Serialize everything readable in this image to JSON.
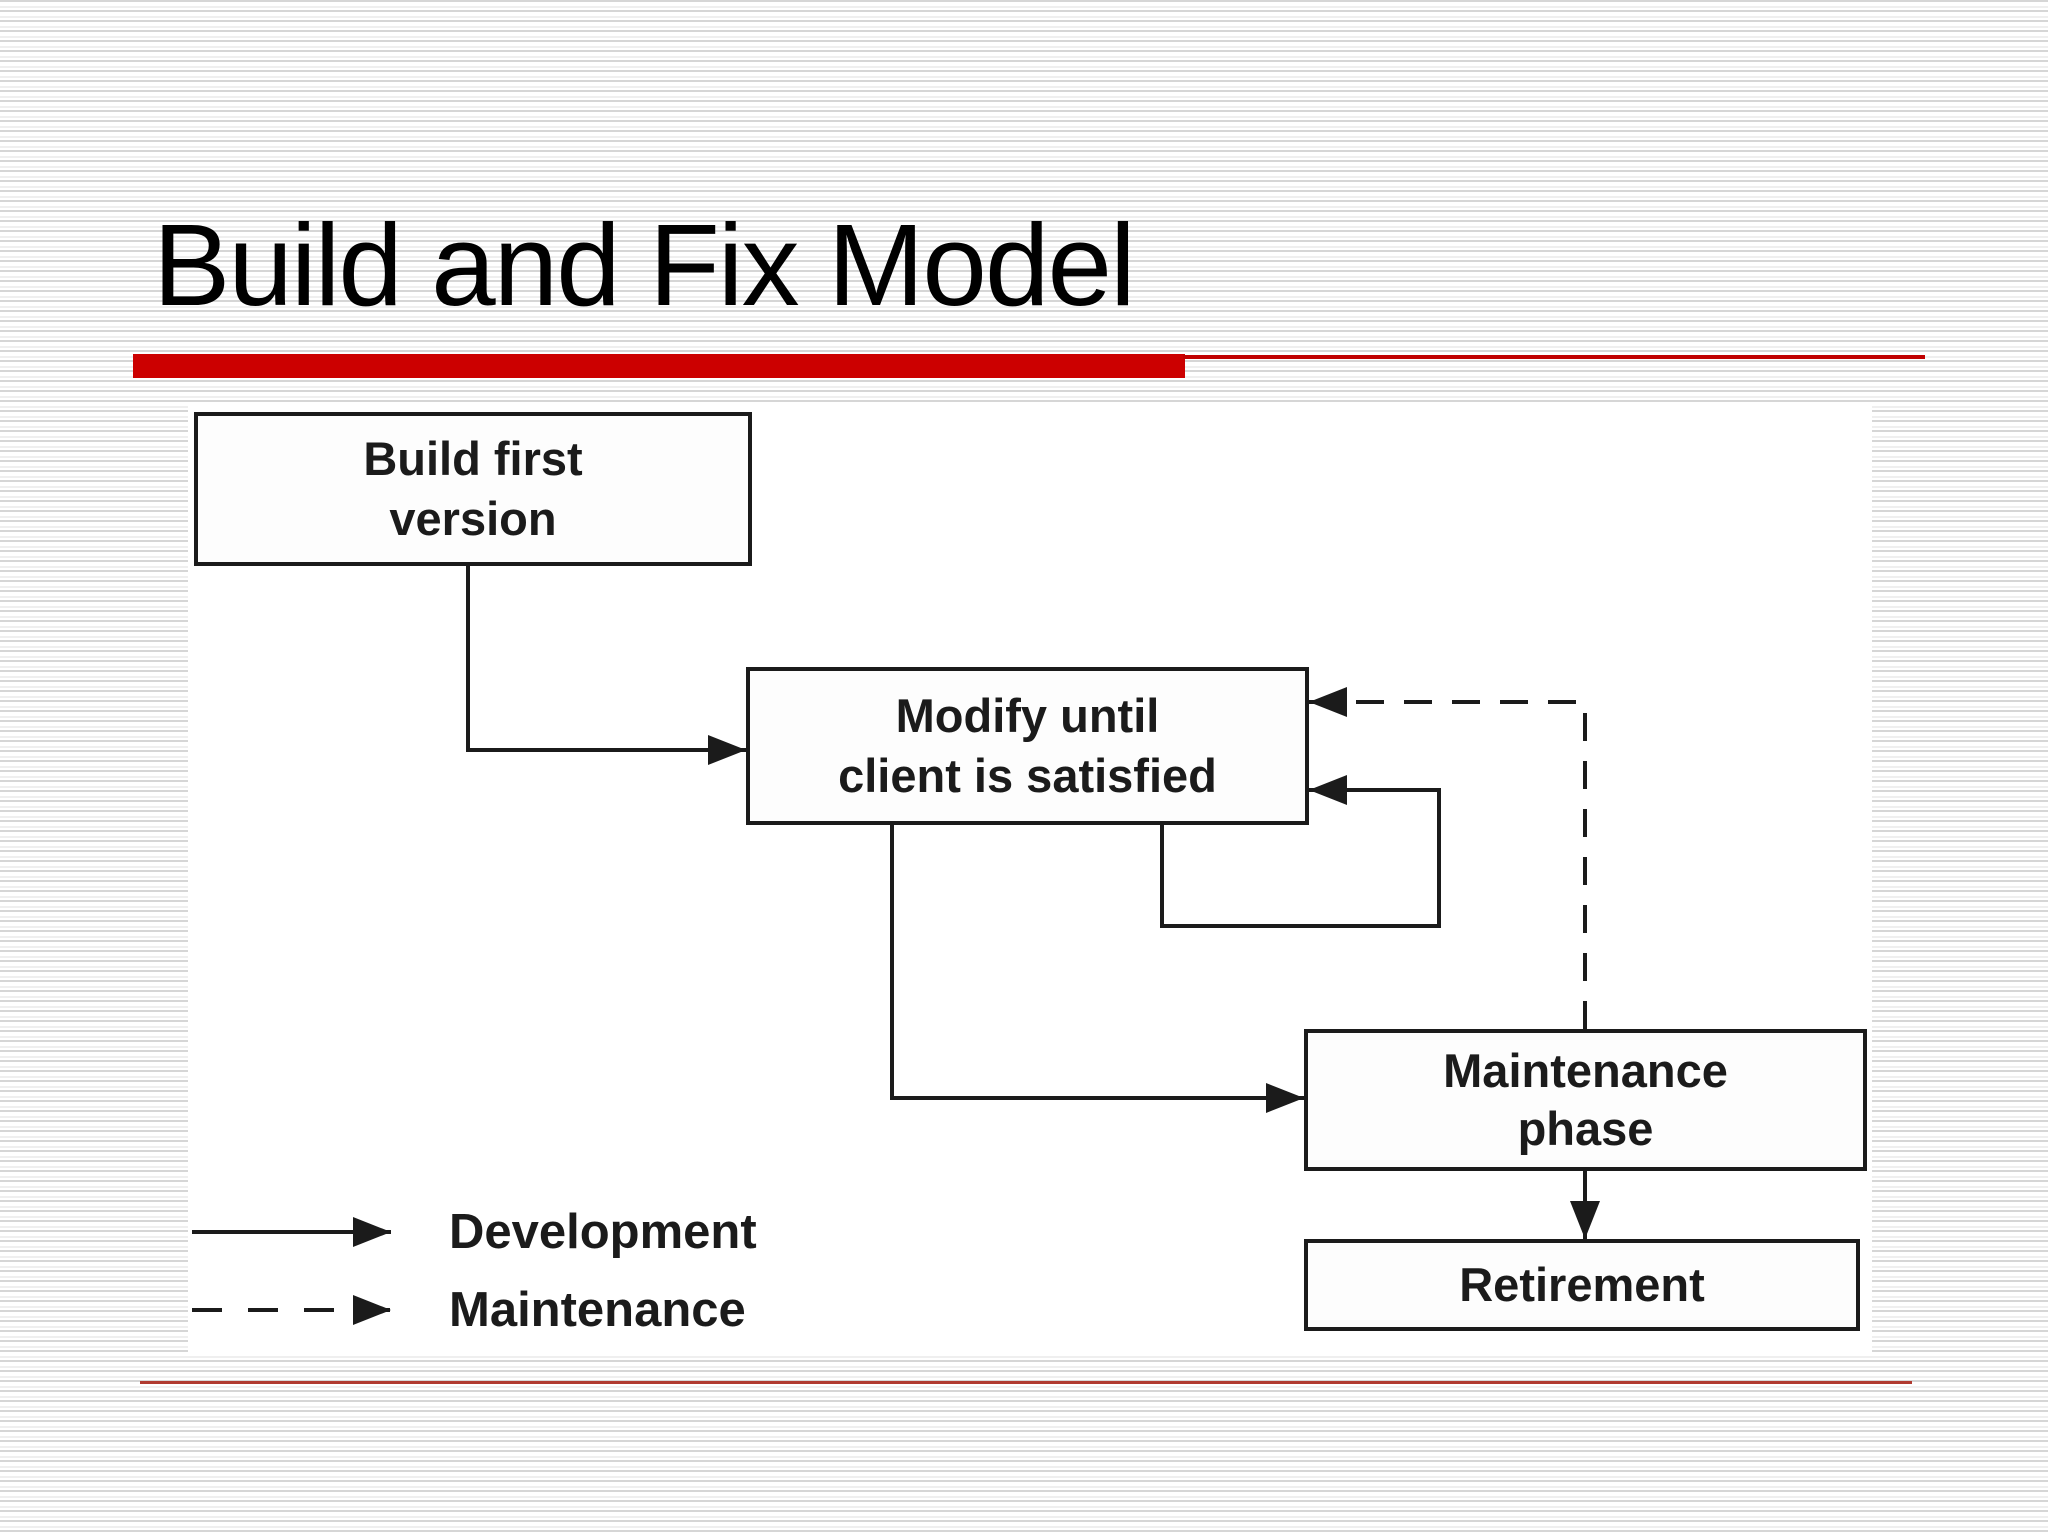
{
  "slide": {
    "title": "Build and Fix Model",
    "accent_color": "#cc0000",
    "footer_line_color": "#b03a30"
  },
  "diagram": {
    "line_color": "#1b1b1b",
    "boxes": [
      {
        "id": "build-first-version",
        "lines": [
          "Build first",
          "version"
        ]
      },
      {
        "id": "modify-until-satisfied",
        "lines": [
          "Modify until",
          "client is satisfied"
        ]
      },
      {
        "id": "maintenance-phase",
        "lines": [
          "Maintenance",
          "phase"
        ]
      },
      {
        "id": "retirement",
        "lines": [
          "Retirement"
        ]
      }
    ],
    "legend": [
      {
        "line_style": "solid",
        "label": "Development"
      },
      {
        "line_style": "dashed",
        "label": "Maintenance"
      }
    ]
  }
}
